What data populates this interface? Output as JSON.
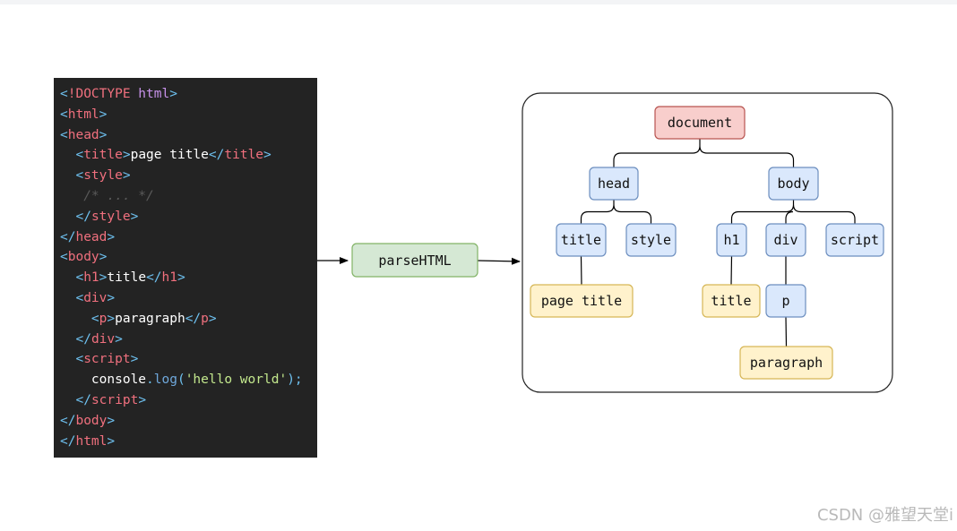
{
  "code": {
    "lines": [
      [
        {
          "t": "<",
          "c": "punc"
        },
        {
          "t": "!DOCTYPE",
          "c": "doctype"
        },
        {
          "t": " html",
          "c": "kw"
        },
        {
          "t": ">",
          "c": "punc"
        }
      ],
      [
        {
          "t": "<",
          "c": "punc"
        },
        {
          "t": "html",
          "c": "tag"
        },
        {
          "t": ">",
          "c": "punc"
        }
      ],
      [
        {
          "t": "<",
          "c": "punc"
        },
        {
          "t": "head",
          "c": "tag"
        },
        {
          "t": ">",
          "c": "punc"
        }
      ],
      [
        {
          "t": "  ",
          "c": "text"
        },
        {
          "t": "<",
          "c": "punc"
        },
        {
          "t": "title",
          "c": "tag"
        },
        {
          "t": ">",
          "c": "punc"
        },
        {
          "t": "page title",
          "c": "text"
        },
        {
          "t": "</",
          "c": "punc"
        },
        {
          "t": "title",
          "c": "tag"
        },
        {
          "t": ">",
          "c": "punc"
        }
      ],
      [
        {
          "t": "  ",
          "c": "text"
        },
        {
          "t": "<",
          "c": "punc"
        },
        {
          "t": "style",
          "c": "tag"
        },
        {
          "t": ">",
          "c": "punc"
        }
      ],
      [
        {
          "t": "   ",
          "c": "text"
        },
        {
          "t": "/* ... */",
          "c": "comment"
        }
      ],
      [
        {
          "t": "  ",
          "c": "text"
        },
        {
          "t": "</",
          "c": "punc"
        },
        {
          "t": "style",
          "c": "tag"
        },
        {
          "t": ">",
          "c": "punc"
        }
      ],
      [
        {
          "t": "</",
          "c": "punc"
        },
        {
          "t": "head",
          "c": "tag"
        },
        {
          "t": ">",
          "c": "punc"
        }
      ],
      [
        {
          "t": "<",
          "c": "punc"
        },
        {
          "t": "body",
          "c": "tag"
        },
        {
          "t": ">",
          "c": "punc"
        }
      ],
      [
        {
          "t": "  ",
          "c": "text"
        },
        {
          "t": "<",
          "c": "punc"
        },
        {
          "t": "h1",
          "c": "tag"
        },
        {
          "t": ">",
          "c": "punc"
        },
        {
          "t": "title",
          "c": "text"
        },
        {
          "t": "</",
          "c": "punc"
        },
        {
          "t": "h1",
          "c": "tag"
        },
        {
          "t": ">",
          "c": "punc"
        }
      ],
      [
        {
          "t": "  ",
          "c": "text"
        },
        {
          "t": "<",
          "c": "punc"
        },
        {
          "t": "div",
          "c": "tag"
        },
        {
          "t": ">",
          "c": "punc"
        }
      ],
      [
        {
          "t": "    ",
          "c": "text"
        },
        {
          "t": "<",
          "c": "punc"
        },
        {
          "t": "p",
          "c": "tag"
        },
        {
          "t": ">",
          "c": "punc"
        },
        {
          "t": "paragraph",
          "c": "text"
        },
        {
          "t": "</",
          "c": "punc"
        },
        {
          "t": "p",
          "c": "tag"
        },
        {
          "t": ">",
          "c": "punc"
        }
      ],
      [
        {
          "t": "  ",
          "c": "text"
        },
        {
          "t": "</",
          "c": "punc"
        },
        {
          "t": "div",
          "c": "tag"
        },
        {
          "t": ">",
          "c": "punc"
        }
      ],
      [
        {
          "t": "  ",
          "c": "text"
        },
        {
          "t": "<",
          "c": "punc"
        },
        {
          "t": "script",
          "c": "tag"
        },
        {
          "t": ">",
          "c": "punc"
        }
      ],
      [
        {
          "t": "    ",
          "c": "text"
        },
        {
          "t": "console",
          "c": "text"
        },
        {
          "t": ".",
          "c": "punc"
        },
        {
          "t": "log",
          "c": "fn"
        },
        {
          "t": "(",
          "c": "punc"
        },
        {
          "t": "'hello world'",
          "c": "str"
        },
        {
          "t": ");",
          "c": "punc"
        }
      ],
      [
        {
          "t": "  ",
          "c": "text"
        },
        {
          "t": "</",
          "c": "punc"
        },
        {
          "t": "script",
          "c": "tag"
        },
        {
          "t": ">",
          "c": "punc"
        }
      ],
      [
        {
          "t": "</",
          "c": "punc"
        },
        {
          "t": "body",
          "c": "tag"
        },
        {
          "t": ">",
          "c": "punc"
        }
      ],
      [
        {
          "t": "</",
          "c": "punc"
        },
        {
          "t": "html",
          "c": "tag"
        },
        {
          "t": ">",
          "c": "punc"
        }
      ]
    ]
  },
  "process": {
    "label": "parseHTML"
  },
  "tree": {
    "nodes": {
      "document": {
        "label": "document",
        "kind": "root"
      },
      "head": {
        "label": "head",
        "kind": "element"
      },
      "body": {
        "label": "body",
        "kind": "element"
      },
      "title": {
        "label": "title",
        "kind": "element"
      },
      "style": {
        "label": "style",
        "kind": "element"
      },
      "h1": {
        "label": "h1",
        "kind": "element"
      },
      "div": {
        "label": "div",
        "kind": "element"
      },
      "script": {
        "label": "script",
        "kind": "element"
      },
      "p": {
        "label": "p",
        "kind": "element"
      },
      "title_text": {
        "label": "page title",
        "kind": "text"
      },
      "h1_text": {
        "label": "title",
        "kind": "text"
      },
      "p_text": {
        "label": "paragraph",
        "kind": "text"
      }
    },
    "edges": [
      [
        "document",
        "head"
      ],
      [
        "document",
        "body"
      ],
      [
        "head",
        "title"
      ],
      [
        "head",
        "style"
      ],
      [
        "body",
        "h1"
      ],
      [
        "body",
        "div"
      ],
      [
        "body",
        "script"
      ],
      [
        "title",
        "title_text"
      ],
      [
        "h1",
        "h1_text"
      ],
      [
        "div",
        "p"
      ],
      [
        "p",
        "p_text"
      ]
    ]
  },
  "colors": {
    "root_fill": "#f8cecc",
    "root_stroke": "#b85450",
    "element_fill": "#dae8fc",
    "element_stroke": "#6c8ebf",
    "text_fill": "#fff2cc",
    "text_stroke": "#d6b656",
    "process_fill": "#d5e8d4",
    "process_stroke": "#82b366",
    "code_bg": "#232323"
  },
  "watermark": "CSDN @雅望天堂i"
}
